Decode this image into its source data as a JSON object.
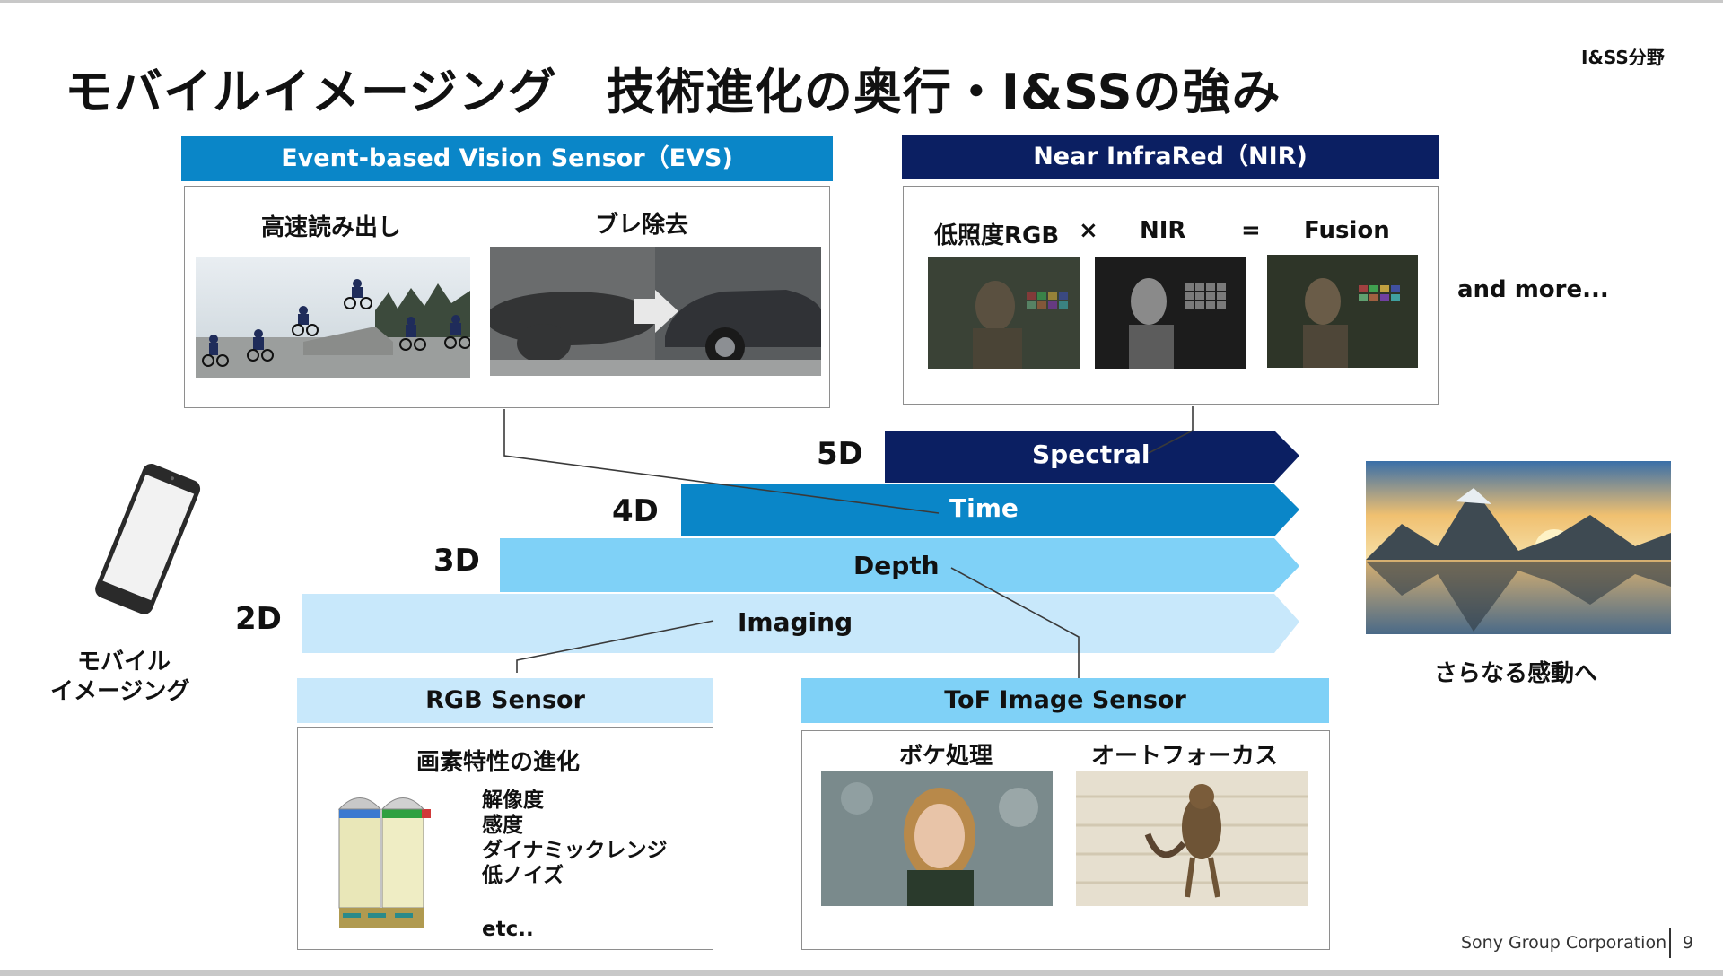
{
  "slide": {
    "title": "モバイルイメージング　技術進化の奥行・I&SSの強み",
    "division": "I&SS分野"
  },
  "evs": {
    "header": "Event-based Vision Sensor（EVS)",
    "caption_left": "高速読み出し",
    "caption_right": "ブレ除去"
  },
  "nir": {
    "header": "Near InfraRed（NIR)",
    "caption_1": "低照度RGB",
    "op_times": "×",
    "caption_2": "NIR",
    "op_equals": "=",
    "caption_3": "Fusion"
  },
  "and_more": "and more...",
  "mobile_label_1": "モバイル",
  "mobile_label_2": "イメージング",
  "dimensions": [
    {
      "dim": "5D",
      "label": "Spectral"
    },
    {
      "dim": "4D",
      "label": "Time"
    },
    {
      "dim": "3D",
      "label": "Depth"
    },
    {
      "dim": "2D",
      "label": "Imaging"
    }
  ],
  "rgb": {
    "header": "RGB Sensor",
    "caption": "画素特性の進化",
    "items": [
      "解像度",
      "感度",
      "ダイナミックレンジ",
      "低ノイズ"
    ],
    "etc": "etc.."
  },
  "tof": {
    "header": "ToF Image Sensor",
    "caption_left": "ボケ処理",
    "caption_right": "オートフォーカス"
  },
  "right_caption": "さらなる感動へ",
  "footer": {
    "corporation": "Sony Group Corporation",
    "page": "9"
  },
  "colors": {
    "evs_header": "#0a86c8",
    "nir_header": "#0b1f62",
    "spectral_arrow": "#0b1f62",
    "time_arrow": "#0a86c8",
    "depth_arrow": "#7fd1f7",
    "imaging_arrow": "#c8e8fb"
  }
}
